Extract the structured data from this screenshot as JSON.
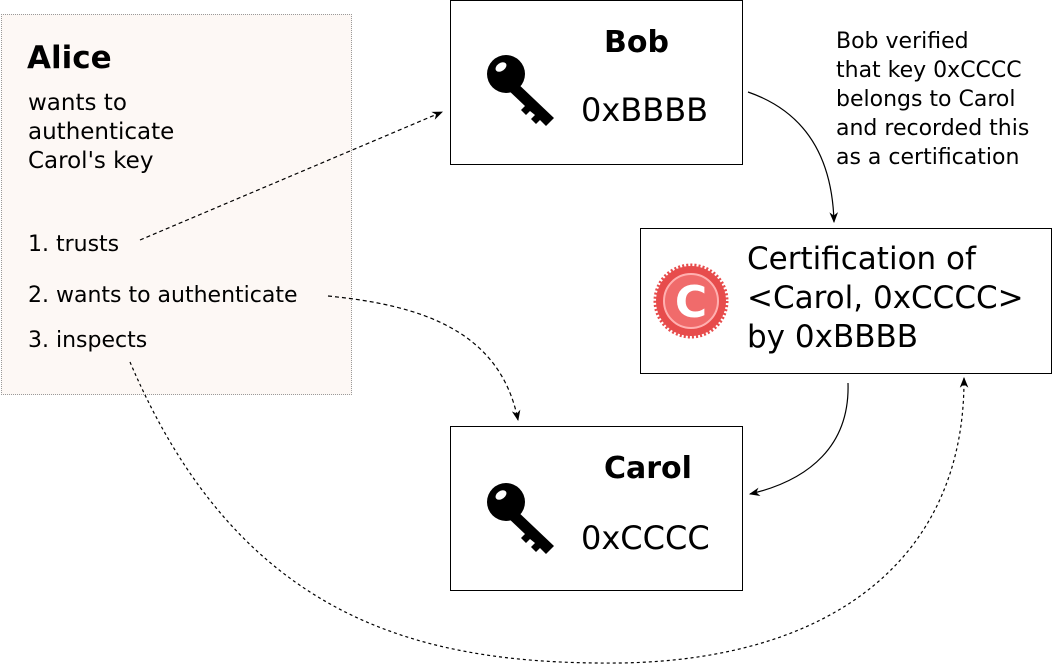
{
  "alice": {
    "name": "Alice",
    "description_lines": [
      "wants to",
      "authenticate",
      "Carol's key"
    ],
    "steps": [
      "1. trusts",
      "2. wants to authenticate",
      "3. inspects"
    ]
  },
  "bob": {
    "name": "Bob",
    "key": "0xBBBB"
  },
  "carol": {
    "name": "Carol",
    "key": "0xCCCC"
  },
  "note_lines": [
    "Bob verified",
    "that key 0xCCCC",
    "belongs to Carol",
    "and recorded this",
    "as a certification"
  ],
  "certification": {
    "lines": [
      "Certification of",
      "<Carol, 0xCCCC>",
      "by 0xBBBB"
    ],
    "seal_letter": "C",
    "seal_color": "#e74c4c"
  },
  "icons": {
    "key": "key-icon",
    "seal": "certification-seal-icon"
  }
}
